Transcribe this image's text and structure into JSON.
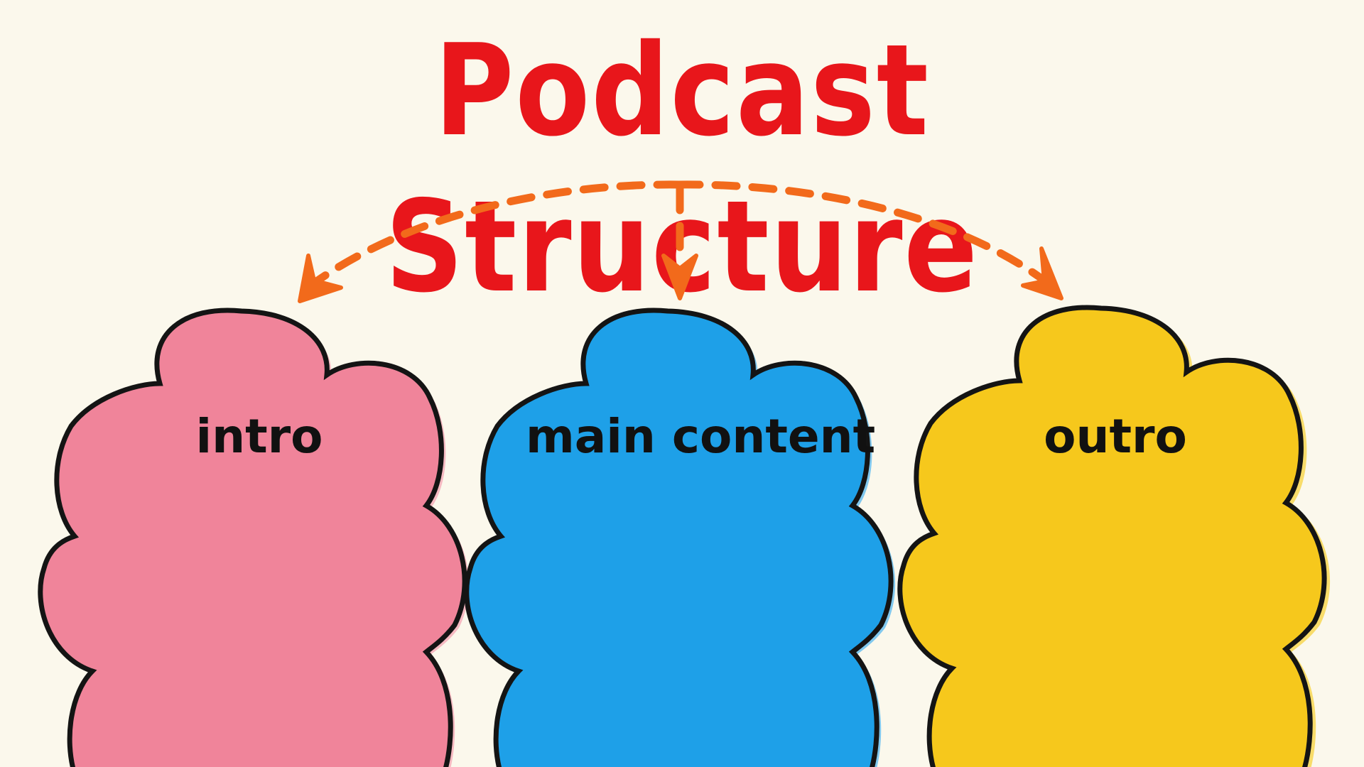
{
  "title": "Podcast Structure",
  "colors": {
    "background": "#fbf8ec",
    "title": "#e8161b",
    "arrows": "#f26a1b",
    "outline": "#141414",
    "intro": "#f0849a",
    "main_content": "#1ea0e8",
    "outro": "#f6c81c"
  },
  "diagram": {
    "type": "branching-flow",
    "connector": "dashed-arc-with-three-arrows",
    "sections": [
      {
        "label": "intro",
        "color": "#f0849a",
        "shape": "cloud"
      },
      {
        "label": "main content",
        "color": "#1ea0e8",
        "shape": "cloud"
      },
      {
        "label": "outro",
        "color": "#f6c81c",
        "shape": "cloud"
      }
    ]
  }
}
